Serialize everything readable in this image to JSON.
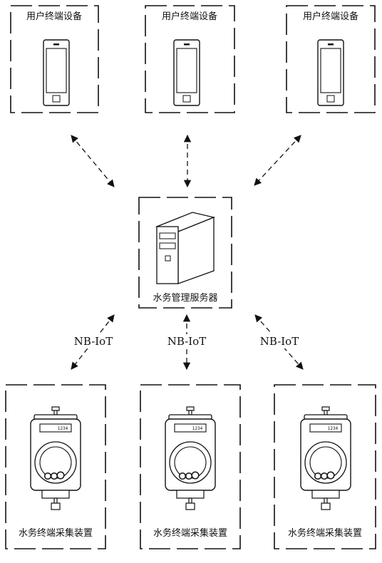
{
  "user_devices": [
    {
      "label": "用户终端设备"
    },
    {
      "label": "用户终端设备"
    },
    {
      "label": "用户终端设备"
    }
  ],
  "server": {
    "label": "水务管理服务器"
  },
  "links": [
    {
      "label": "NB-IoT"
    },
    {
      "label": "NB-IoT"
    },
    {
      "label": "NB-IoT"
    }
  ],
  "collectors": [
    {
      "label": "水务终端采集装置",
      "display": "1234"
    },
    {
      "label": "水务终端采集装置",
      "display": "1234"
    },
    {
      "label": "水务终端采集装置",
      "display": "1234"
    }
  ]
}
